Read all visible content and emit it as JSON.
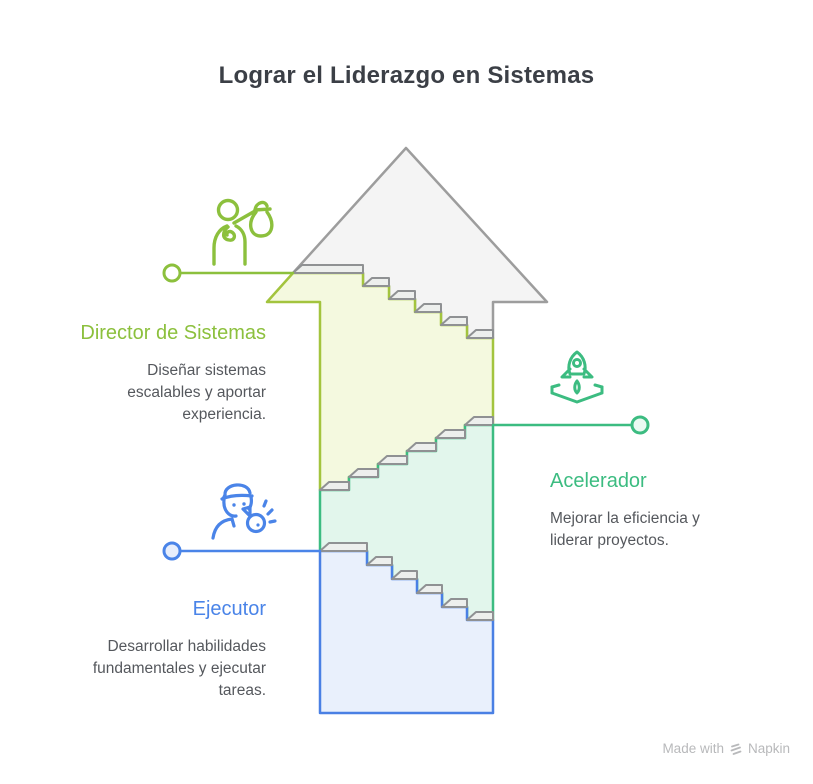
{
  "title": "Lograr el Liderazgo en Sistemas",
  "sections": [
    {
      "id": "director",
      "label": "Director de Sistemas",
      "description": "Diseñar sistemas escalables y aportar experiencia.",
      "lines": [
        "Diseñar sistemas",
        "escalables y aportar",
        "experiencia."
      ],
      "icon": "money-bag-person-icon",
      "accent": "#8cc03d",
      "shape_stroke": "#a3c43e",
      "shape_fill": "#f4f9df"
    },
    {
      "id": "acelerador",
      "label": "Acelerador",
      "description": "Mejorar la eficiencia y liderar proyectos.",
      "lines": [
        "Mejorar la eficiencia y",
        "liderar proyectos."
      ],
      "icon": "rocket-launch-icon",
      "accent": "#3cbc81",
      "shape_stroke": "#3cbc81",
      "shape_fill": "#e2f6ec"
    },
    {
      "id": "ejecutor",
      "label": "Ejecutor",
      "description": "Desarrollar habilidades fundamentales y ejecutar tareas.",
      "lines": [
        "Desarrollar habilidades",
        "fundamentales y ejecutar",
        "tareas."
      ],
      "icon": "coach-whistle-icon",
      "accent": "#4a84e8",
      "shape_stroke": "#4a80e4",
      "shape_fill": "#e9f0fc"
    }
  ],
  "arrow": {
    "head_fill": "#f4f4f4",
    "head_stroke": "#9d9d9d",
    "cap_fill": "#edefed",
    "cap_stroke": "#8f9193"
  },
  "watermark": {
    "prefix": "Made with",
    "brand": "Napkin",
    "color": "#b8b9bb"
  }
}
